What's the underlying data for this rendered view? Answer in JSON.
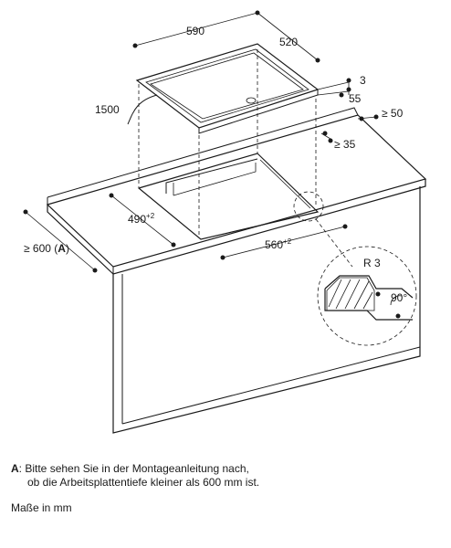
{
  "dimensions": {
    "hob_width": "590",
    "hob_depth": "520",
    "hob_height_3": "3",
    "hob_height_55": "55",
    "cable_length": "1500",
    "dist_rear": "≥ 50",
    "dist_side": "≥ 35",
    "cutout_depth": "490",
    "cutout_depth_tol": "+2",
    "cutout_width": "560",
    "cutout_width_tol": "+2",
    "worktop_depth": "≥ 600",
    "worktop_depth_ref": "A",
    "radius": "R 3",
    "angle": "90°"
  },
  "notes": {
    "a_label": "A",
    "a_line1": "Bitte sehen Sie in der Montageanleitung nach,",
    "a_line2": "ob die Arbeitsplattentiefe kleiner als 600 mm ist.",
    "units": "Maße in mm"
  }
}
